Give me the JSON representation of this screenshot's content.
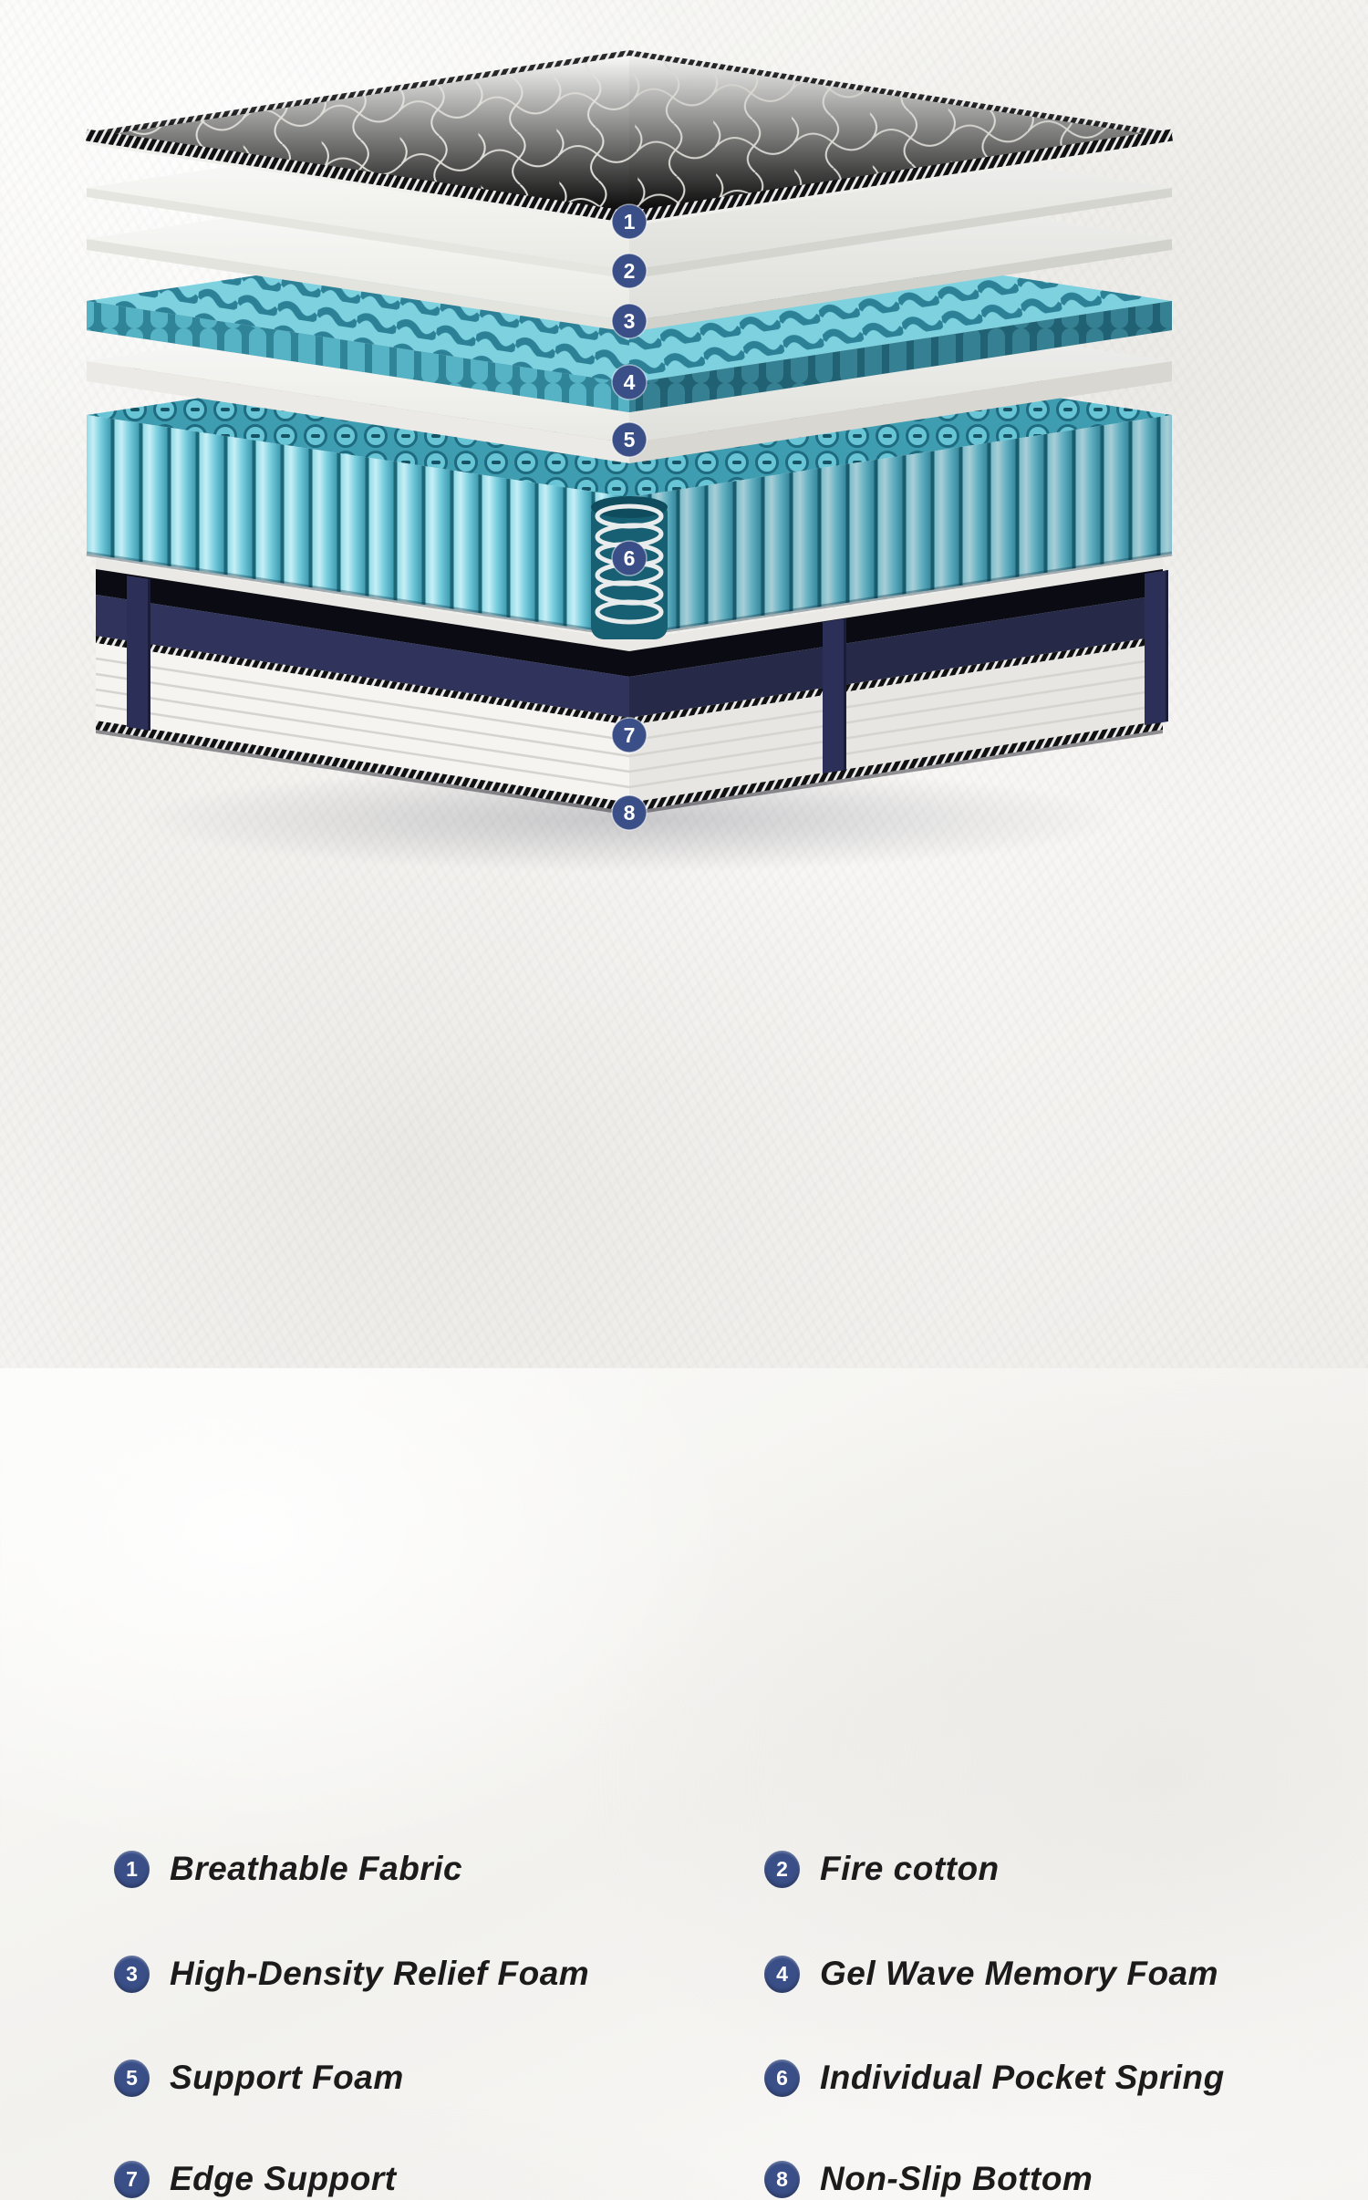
{
  "figure": {
    "type": "exploded-product-diagram",
    "subject": "hybrid mattress internal layers"
  },
  "callouts": {
    "items": [
      {
        "num": "1",
        "label": "Breathable Fabric"
      },
      {
        "num": "2",
        "label": "Fire cotton"
      },
      {
        "num": "3",
        "label": "High-Density Relief Foam"
      },
      {
        "num": "4",
        "label": "Gel Wave Memory Foam"
      },
      {
        "num": "5",
        "label": "Support Foam"
      },
      {
        "num": "6",
        "label": "Individual Pocket Spring"
      },
      {
        "num": "7",
        "label": "Edge Support"
      },
      {
        "num": "8",
        "label": "Non-Slip Bottom"
      }
    ]
  },
  "style": {
    "badge_color": "#3a4f87",
    "badge_text_color": "#ffffff",
    "label_color": "#1b1b1b",
    "background": "#f5f4f2",
    "spring_cyan": "#8ed9e5",
    "foam_teal": "#7ed1df",
    "foam_teal_dark": "#2c8196",
    "pad_gray": "#b2aba0",
    "base_navy": "#2b2e52",
    "piping_black": "#101013"
  }
}
